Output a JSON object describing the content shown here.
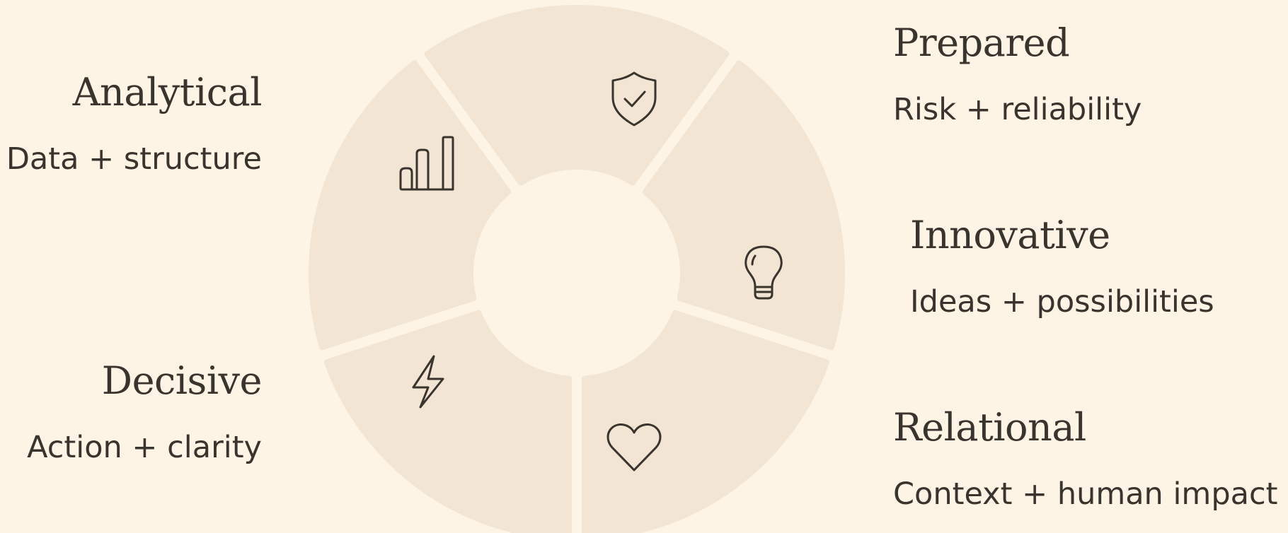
{
  "colors": {
    "background": "#fdf4e6",
    "segment": "#f2e5d3",
    "ink": "#3a342e"
  },
  "segments": [
    {
      "key": "prepared",
      "icon": "shield-check-icon",
      "title": "Prepared",
      "subtitle": "Risk + reliability"
    },
    {
      "key": "innovative",
      "icon": "lightbulb-icon",
      "title": "Innovative",
      "subtitle": "Ideas + possibilities"
    },
    {
      "key": "relational",
      "icon": "heart-icon",
      "title": "Relational",
      "subtitle": "Context + human impact"
    },
    {
      "key": "decisive",
      "icon": "lightning-icon",
      "title": "Decisive",
      "subtitle": "Action + clarity"
    },
    {
      "key": "analytical",
      "icon": "bar-chart-icon",
      "title": "Analytical",
      "subtitle": "Data + structure"
    }
  ]
}
